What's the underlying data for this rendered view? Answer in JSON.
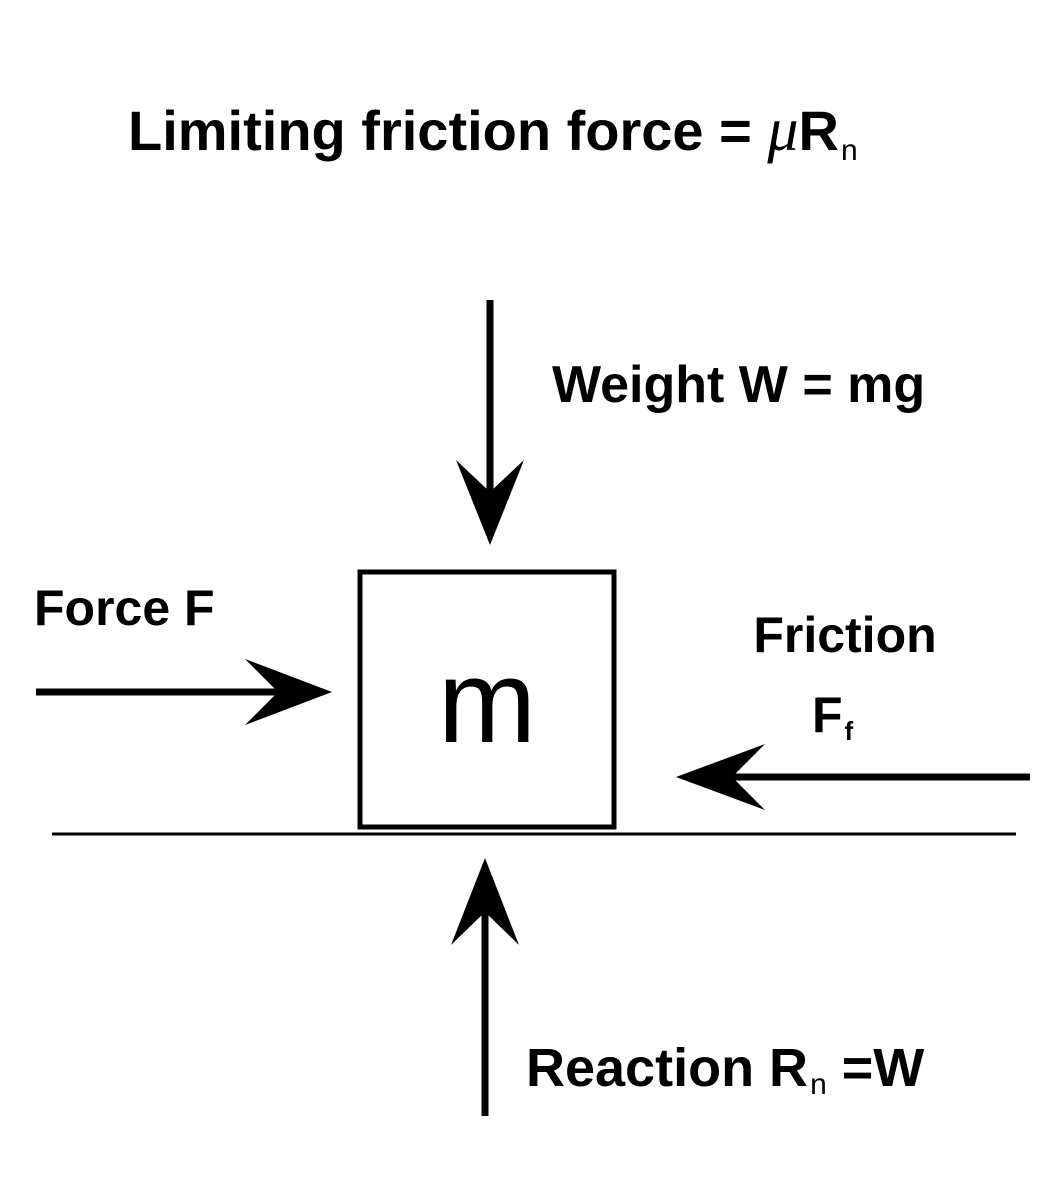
{
  "title": {
    "prefix": "Limiting friction force = ",
    "mu": "μ",
    "symbol": "R",
    "subscript": "n"
  },
  "weight_label": "Weight W = mg",
  "force_label": "Force F",
  "friction_label": {
    "line1": "Friction",
    "symbol": "F",
    "subscript": "f"
  },
  "mass_label": "m",
  "reaction_label": {
    "prefix": "Reaction R",
    "subscript": "n",
    "suffix": " =W"
  },
  "colors": {
    "stroke": "#000000",
    "background": "#ffffff"
  }
}
